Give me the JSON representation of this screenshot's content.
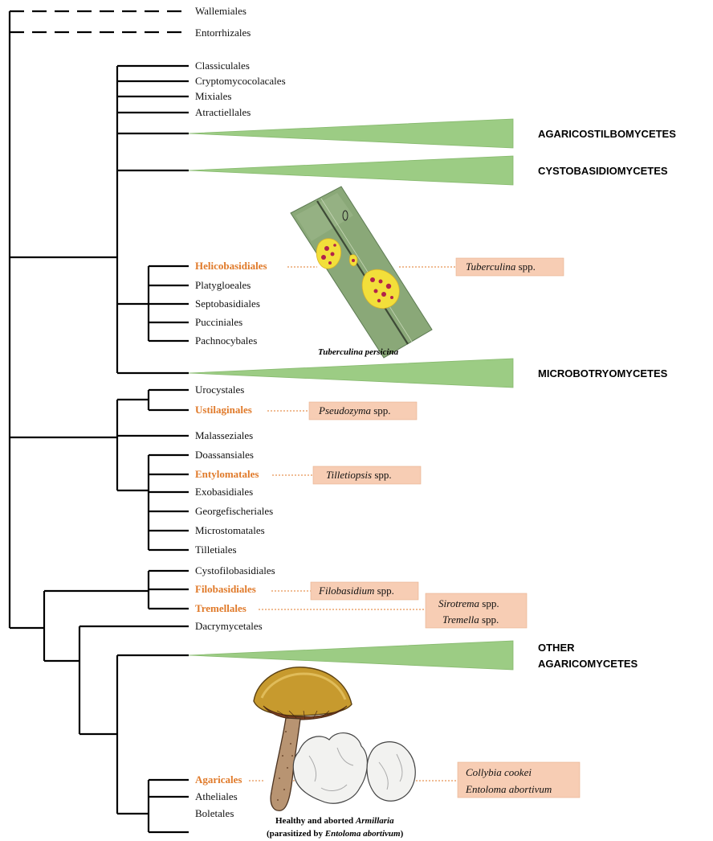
{
  "taxa": {
    "wallemiales": "Wallemiales",
    "entorrhizales": "Entorrhizales",
    "classiculales": "Classiculales",
    "cryptomycocolacales": "Cryptomycocolacales",
    "mixiales": "Mixiales",
    "atractiellales": "Atractiellales",
    "helicobasidiales": "Helicobasidiales",
    "platygloeales": "Platygloeales",
    "septobasidiales": "Septobasidiales",
    "pucciniales": "Pucciniales",
    "pachnocybales": "Pachnocybales",
    "urocystales": "Urocystales",
    "ustilaginales": "Ustilaginales",
    "malasseziales": "Malasseziales",
    "doassansiales": "Doassansiales",
    "entylomatales": "Entylomatales",
    "exobasidiales": "Exobasidiales",
    "georgefischeriales": "Georgefischeriales",
    "microstomatales": "Microstomatales",
    "tilletiales": "Tilletiales",
    "cystofilobasidiales": "Cystofilobasidiales",
    "filobasidiales": "Filobasidiales",
    "tremellales": "Tremellales",
    "dacrymycetales": "Dacrymycetales",
    "agaricales": "Agaricales",
    "atheliales": "Atheliales",
    "boletales": "Boletales"
  },
  "clades": {
    "agaricostilbomycetes": "AGARICOSTILBOMYCETES",
    "cystobasidiomycetes": "CYSTOBASIDIOMYCETES",
    "microbotryomycetes": "MICROBOTRYOMYCETES",
    "other_line1": "OTHER",
    "other_line2": "AGARICOMYCETES"
  },
  "parasites": {
    "tuberculina": {
      "genus": "Tuberculina",
      "suffix": " spp."
    },
    "pseudozyma": {
      "genus": "Pseudozyma",
      "suffix": " spp."
    },
    "tilletiopsis": {
      "genus": "Tilletiopsis",
      "suffix": " spp."
    },
    "filobasidium": {
      "genus": "Filobasidium",
      "suffix": " spp."
    },
    "sirotrema": {
      "genus": "Sirotrema",
      "suffix": " spp."
    },
    "tremella": {
      "genus": "Tremella",
      "suffix": " spp."
    },
    "collybia": "Collybia cookei",
    "entoloma": "Entoloma abortivum"
  },
  "captions": {
    "tuberculina_persicina": "Tuberculina persicina",
    "armillaria_line1_a": "Healthy and aborted ",
    "armillaria_line1_b": "Armillaria",
    "armillaria_line2_a": "(parasitized by ",
    "armillaria_line2_b": "Entoloma abortivum",
    "armillaria_line2_c": ")"
  },
  "colors": {
    "highlight": "#e07a2a",
    "box_fill": "#f7cdb4",
    "wedge": "#9ccc84",
    "leaf": "#8aa878"
  },
  "icons": [
    "tuberculina-leaf-illustration",
    "armillaria-mushroom-illustration"
  ]
}
